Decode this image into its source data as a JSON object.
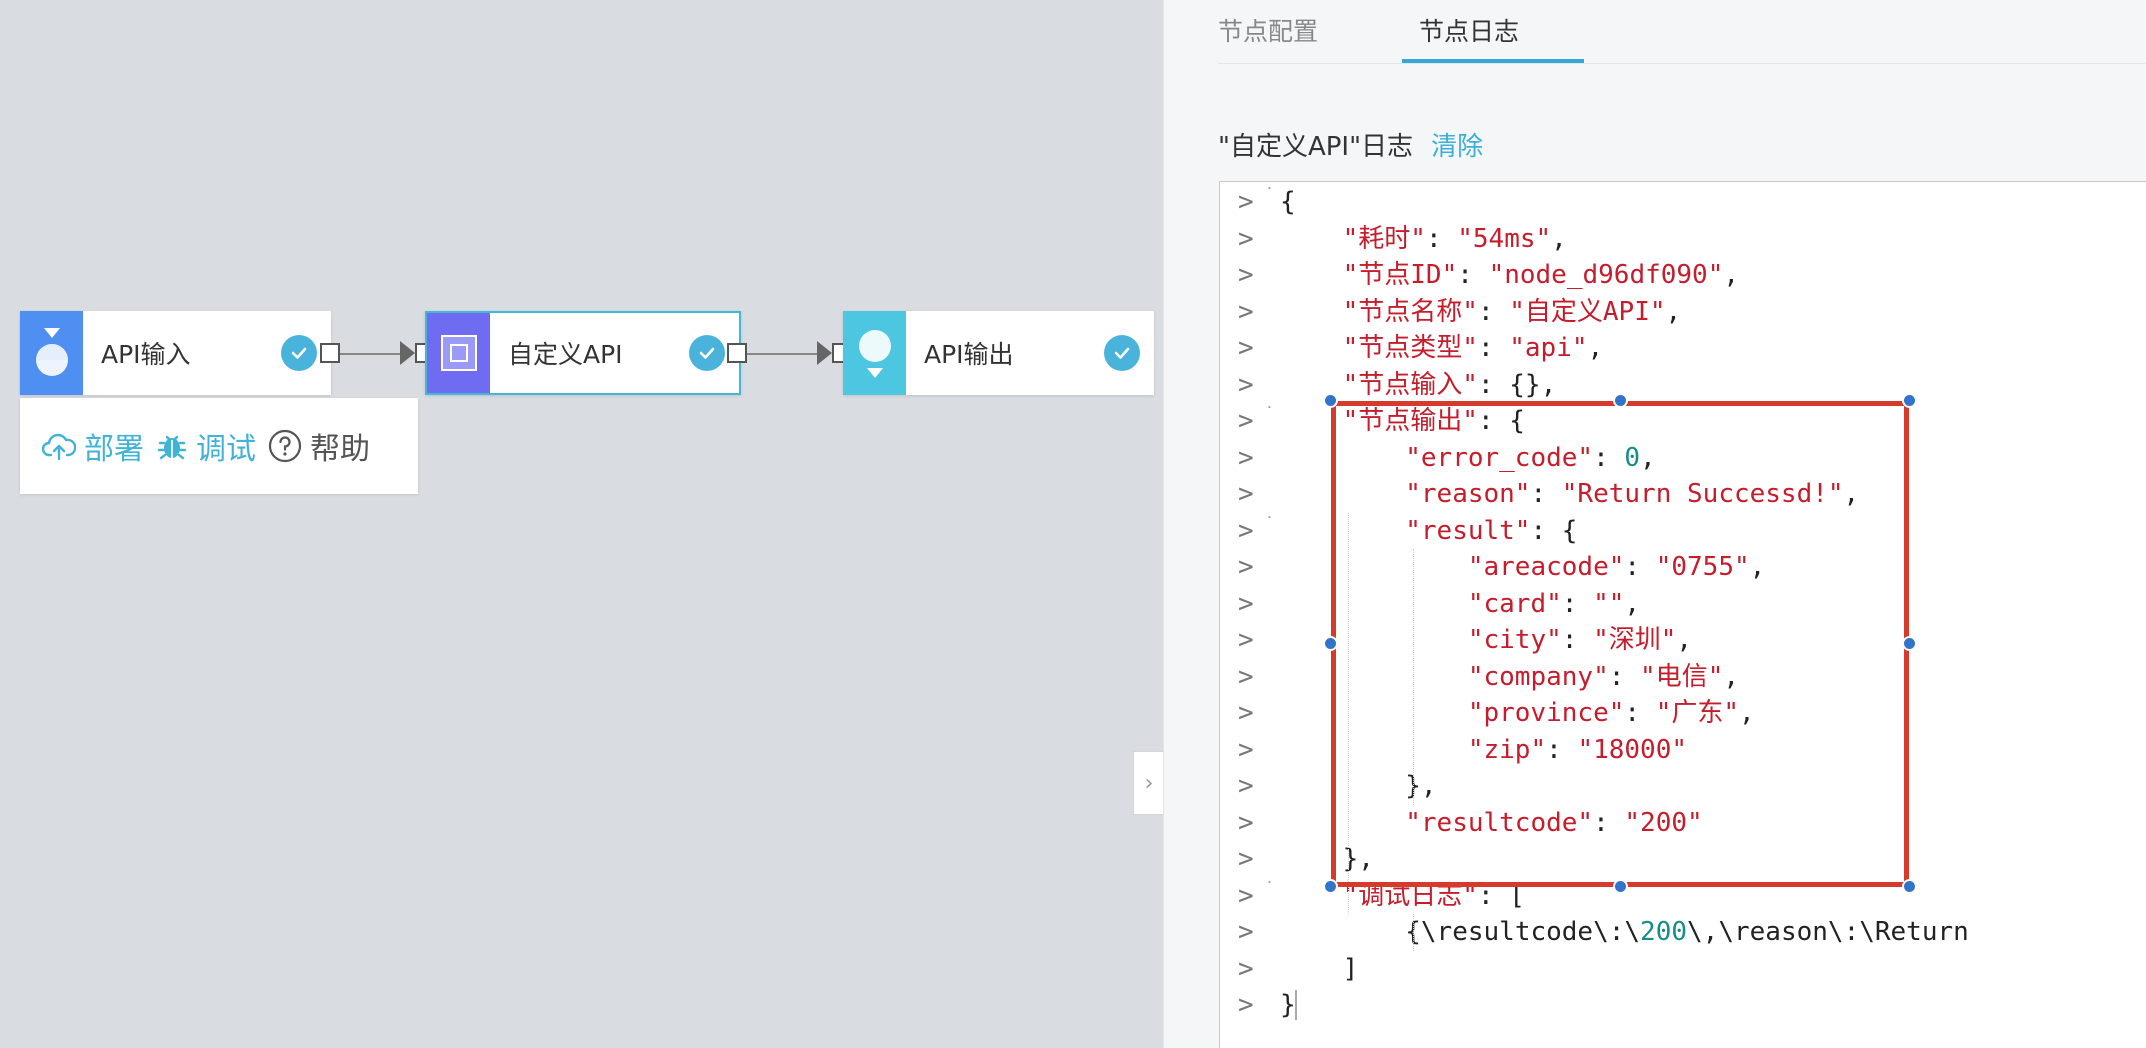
{
  "canvas": {
    "nodes": [
      {
        "label": "API输入",
        "icon": "api-input-icon",
        "color": "#4f8ff2",
        "status": "success"
      },
      {
        "label": "自定义API",
        "icon": "custom-api-icon",
        "color": "#6f6cf2",
        "status": "success",
        "selected": true
      },
      {
        "label": "API输出",
        "icon": "api-output-icon",
        "color": "#4cc6e1",
        "status": "success"
      }
    ],
    "toolbar": {
      "deploy_label": "部署",
      "debug_label": "调试",
      "help_label": "帮助"
    },
    "collapse_glyph": "›"
  },
  "panel": {
    "tabs": [
      {
        "label": "节点配置",
        "active": false
      },
      {
        "label": "节点日志",
        "active": true
      }
    ],
    "log_title": "\"自定义API\"日志",
    "clear_label": "清除",
    "accent_color": "#35a9d6"
  },
  "log_lines": [
    "{",
    "    \"耗时\": \"54ms\",",
    "    \"节点ID\": \"node_d96df090\",",
    "    \"节点名称\": \"自定义API\",",
    "    \"节点类型\": \"api\",",
    "    \"节点输入\": {},",
    "    \"节点输出\": {",
    "        \"error_code\": 0,",
    "        \"reason\": \"Return Successd!\",",
    "        \"result\": {",
    "            \"areacode\": \"0755\",",
    "            \"card\": \"\",",
    "            \"city\": \"深圳\",",
    "            \"company\": \"电信\",",
    "            \"province\": \"广东\",",
    "            \"zip\": \"18000\"",
    "        },",
    "        \"resultcode\": \"200\"",
    "    },",
    "    \"调试日志\": [",
    "        \"{\\\"resultcode\\\":\\\"200\\\",\\\"reason\\\":\\\"Return",
    "    ]",
    "}"
  ],
  "prompt_glyph": ">",
  "annotation": {
    "color": "#d53a2a",
    "handle_color": "#3274c8"
  }
}
